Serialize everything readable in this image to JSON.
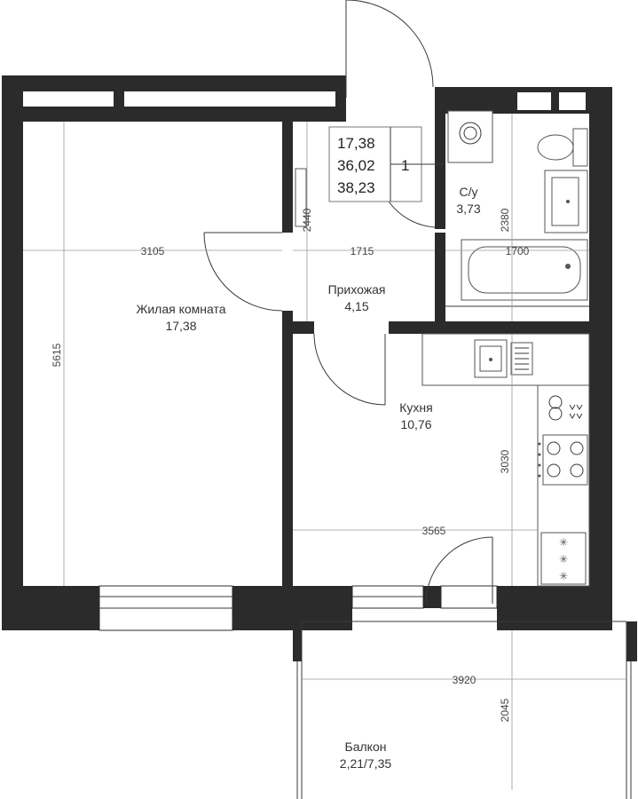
{
  "rooms": {
    "living": {
      "name": "Жилая комната",
      "area": "17,38"
    },
    "hall": {
      "name": "Прихожая",
      "area": "4,15"
    },
    "bath": {
      "name": "С/у",
      "area": "3,73"
    },
    "kitchen": {
      "name": "Кухня",
      "area": "10,76"
    },
    "balcony": {
      "name": "Балкон",
      "area": "2,21/7,35"
    }
  },
  "summary": {
    "living_area": "17,38",
    "total_area": "36,02",
    "total_with_balcony": "38,23",
    "rooms_count": "1"
  },
  "dimensions": {
    "living_width": "3105",
    "living_depth": "5615",
    "hall_width": "1715",
    "hall_depth": "2440",
    "bath_width": "1700",
    "bath_depth": "2380",
    "kitchen_width": "3565",
    "kitchen_depth": "3030",
    "balcony_width": "3920",
    "balcony_depth": "2045"
  }
}
